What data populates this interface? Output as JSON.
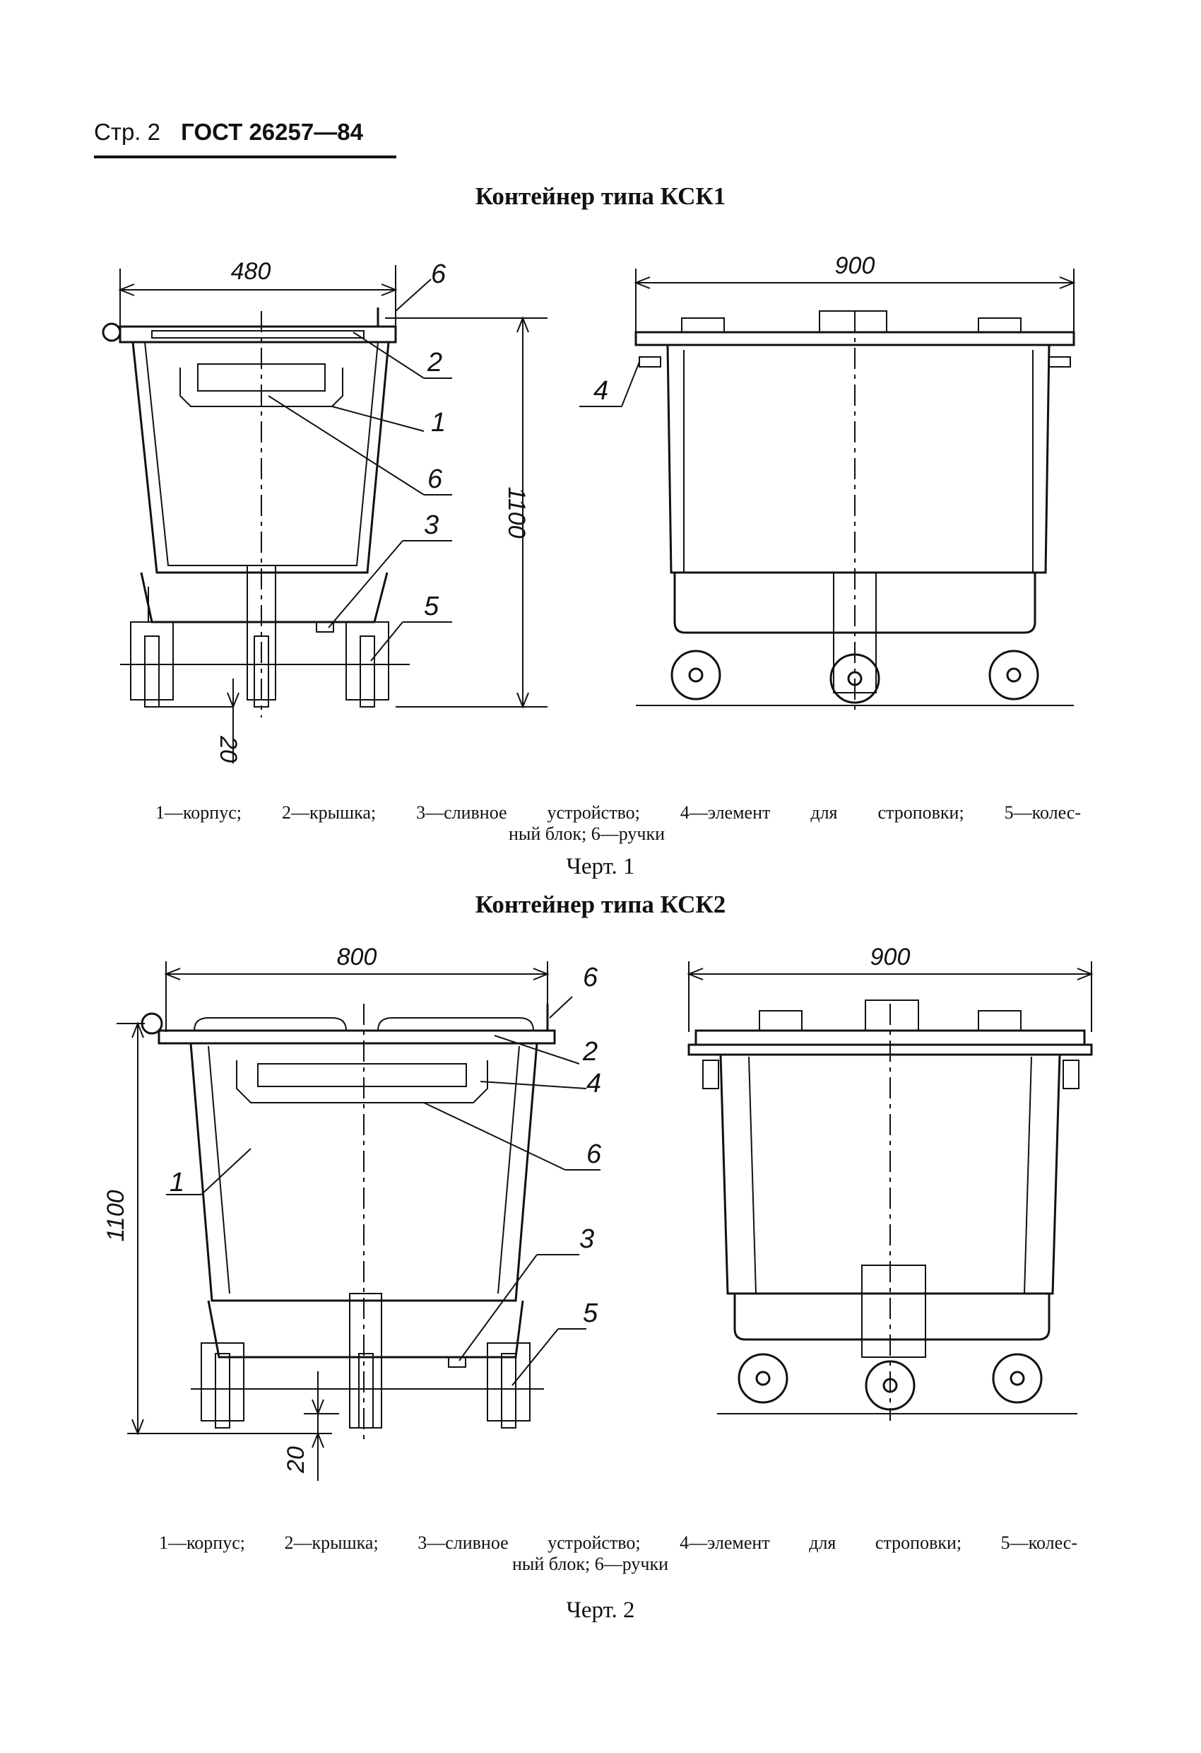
{
  "header": {
    "page": "Стр. 2",
    "standard": "ГОСТ 26257—84"
  },
  "figure1": {
    "title": "Контейнер типа КСК1",
    "legend_line1": "1—корпус; 2—крышка; 3—сливное устройство; 4—элемент для строповки; 5—колес-",
    "legend_line2": "ный блок; 6—ручки",
    "caption": "Черт. 1",
    "dims": {
      "left_width": "480",
      "height": "1100",
      "clearance": "20",
      "right_width": "900"
    },
    "labels": {
      "p1": "1",
      "p2": "2",
      "p3": "3",
      "p4": "4",
      "p5": "5",
      "p6a": "6",
      "p6b": "6"
    }
  },
  "figure2": {
    "title": "Контейнер типа КСК2",
    "legend_line1": "1—корпус; 2—крышка; 3—сливное устройство; 4—элемент для строповки; 5—колес-",
    "legend_line2": "ный блок; 6—ручки",
    "caption": "Черт. 2",
    "dims": {
      "left_width": "800",
      "height": "1100",
      "clearance": "20",
      "right_width": "900"
    },
    "labels": {
      "p1": "1",
      "p2": "2",
      "p3": "3",
      "p4": "4",
      "p5": "5",
      "p6a": "6",
      "p6b": "6"
    }
  }
}
